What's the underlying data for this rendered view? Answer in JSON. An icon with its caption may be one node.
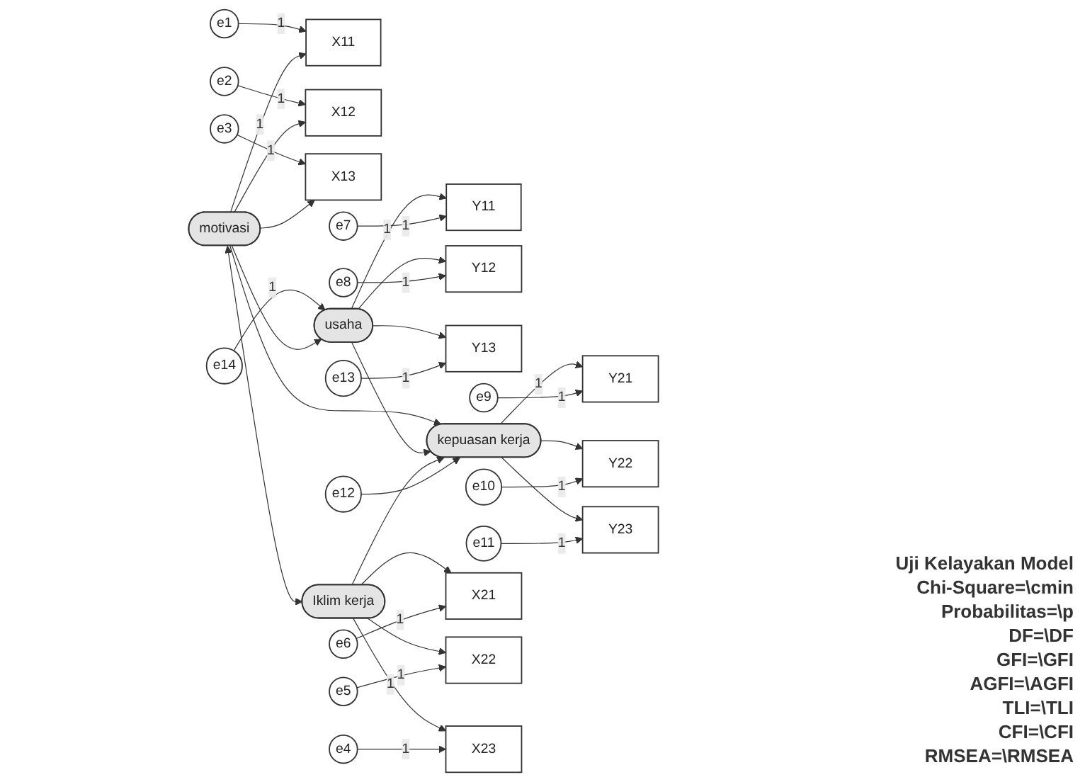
{
  "diagram": {
    "nodes": [
      {
        "text": [
          "e1"
        ]
      },
      {
        "text": [
          "e2"
        ]
      },
      {
        "text": [
          "e3"
        ]
      },
      {
        "text": [
          "X11"
        ]
      },
      {
        "text": [
          "X12"
        ]
      },
      {
        "text": [
          "X13"
        ]
      },
      {
        "text": [
          "e14"
        ]
      },
      {
        "text": [
          "motivasi"
        ]
      },
      {
        "text": [
          "usaha"
        ]
      },
      {
        "text": [
          "Y11"
        ]
      },
      {
        "text": [
          "e7"
        ]
      },
      {
        "text": [
          "Y12"
        ]
      },
      {
        "text": [
          "e8"
        ]
      },
      {
        "text": [
          "Y13"
        ]
      },
      {
        "text": [
          "e13"
        ]
      },
      {
        "text": [
          "e12"
        ]
      },
      {
        "text": [
          "kepuasan kerja"
        ]
      },
      {
        "text": [
          "Y21"
        ]
      },
      {
        "text": [
          "e9"
        ]
      },
      {
        "text": [
          "Y22"
        ]
      },
      {
        "text": [
          "e10"
        ]
      },
      {
        "text": [
          "Y23"
        ]
      },
      {
        "text": [
          "e11"
        ]
      },
      {
        "text": [
          "Iklim kerja"
        ]
      },
      {
        "text": [
          "X21"
        ]
      },
      {
        "text": [
          "X22"
        ]
      },
      {
        "text": [
          "X23"
        ]
      },
      {
        "text": [
          "e6"
        ]
      },
      {
        "text": [
          "e5"
        ]
      },
      {
        "text": [
          "e4"
        ]
      }
    ],
    "edges": [
      {
        "from": 0,
        "to": 3,
        "arrow": "to",
        "label": "1"
      },
      {
        "from": 1,
        "to": 4,
        "arrow": "to",
        "label": "1"
      },
      {
        "from": 2,
        "to": 5,
        "arrow": "to",
        "label": "1"
      },
      {
        "from": 7,
        "to": 3,
        "arrow": "to",
        "label": "1"
      },
      {
        "from": 7,
        "to": 4,
        "arrow": "to"
      },
      {
        "from": 7,
        "to": 5,
        "arrow": "to"
      },
      {
        "from": 6,
        "to": 8,
        "arrow": "to",
        "label": "1"
      },
      {
        "from": 7,
        "to": 8,
        "arrow": "to"
      },
      {
        "from": 7,
        "to": 23,
        "arrow": "both"
      },
      {
        "from": 7,
        "to": 16,
        "arrow": "to"
      },
      {
        "from": 8,
        "to": 16,
        "arrow": "to"
      },
      {
        "from": 23,
        "to": 16,
        "arrow": "to"
      },
      {
        "from": 8,
        "to": 9,
        "arrow": "to",
        "label": "1"
      },
      {
        "from": 8,
        "to": 11,
        "arrow": "to"
      },
      {
        "from": 8,
        "to": 13,
        "arrow": "to"
      },
      {
        "from": 10,
        "to": 9,
        "arrow": "to",
        "label": "1"
      },
      {
        "from": 12,
        "to": 11,
        "arrow": "to",
        "label": "1"
      },
      {
        "from": 14,
        "to": 13,
        "arrow": "to",
        "label": "1"
      },
      {
        "from": 15,
        "to": 16,
        "arrow": "to"
      },
      {
        "from": 16,
        "to": 17,
        "arrow": "to",
        "label": "1"
      },
      {
        "from": 16,
        "to": 19,
        "arrow": "to"
      },
      {
        "from": 16,
        "to": 21,
        "arrow": "to"
      },
      {
        "from": 18,
        "to": 17,
        "arrow": "to",
        "label": "1"
      },
      {
        "from": 20,
        "to": 19,
        "arrow": "to",
        "label": "1"
      },
      {
        "from": 22,
        "to": 21,
        "arrow": "to",
        "label": "1"
      },
      {
        "from": 23,
        "to": 24,
        "arrow": "to"
      },
      {
        "from": 23,
        "to": 25,
        "arrow": "to"
      },
      {
        "from": 23,
        "to": 26,
        "arrow": "to",
        "label": "1"
      },
      {
        "from": 27,
        "to": 24,
        "arrow": "to",
        "label": "1"
      },
      {
        "from": 28,
        "to": 25,
        "arrow": "to",
        "label": "1"
      },
      {
        "from": 29,
        "to": 26,
        "arrow": "to",
        "label": "1"
      }
    ],
    "labels": [
      "Uji Kelayakan Model",
      "Chi-Square=\\cmin",
      "Probabilitas=\\p",
      "DF=\\DF",
      "GFI=\\GFI",
      "AGFI=\\AGFI",
      "TLI=\\TLI",
      "CFI=\\CFI",
      "RMSEA=\\RMSEA"
    ]
  }
}
